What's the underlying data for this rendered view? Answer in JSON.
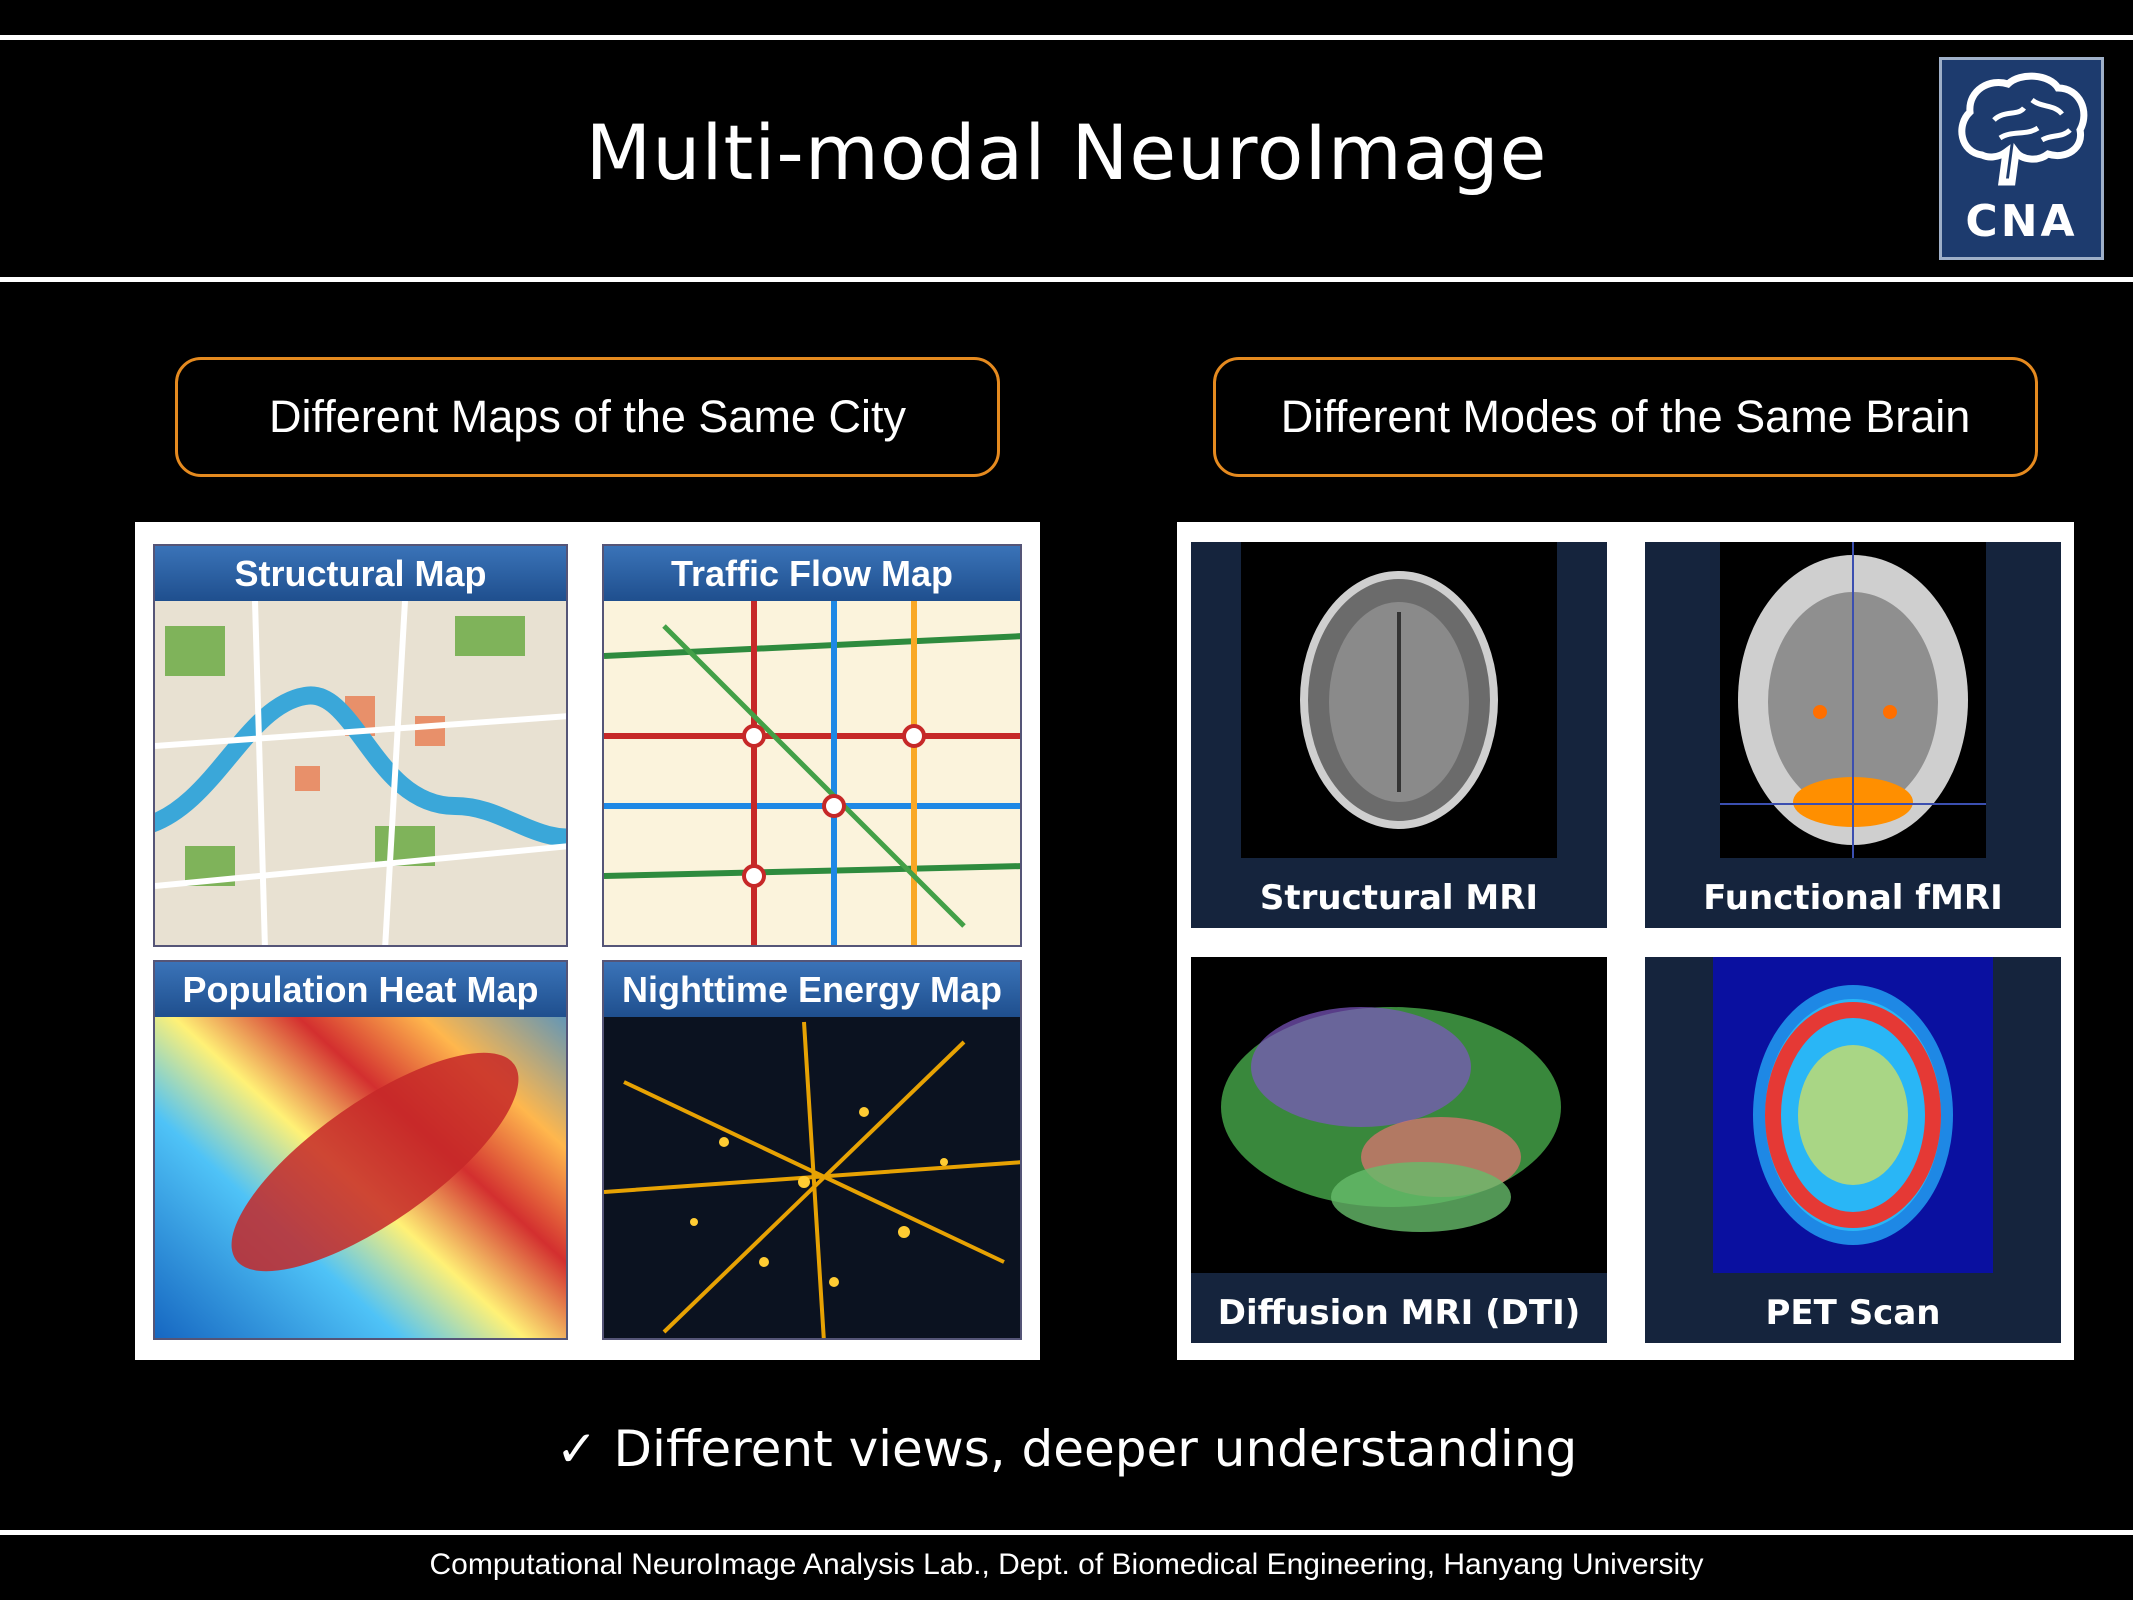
{
  "title": "Multi-modal NeuroImage",
  "logo": {
    "text": "CNA"
  },
  "left": {
    "heading": "Different Maps of the Same City",
    "tiles": [
      {
        "label": "Structural Map"
      },
      {
        "label": "Traffic Flow Map"
      },
      {
        "label": "Population Heat Map"
      },
      {
        "label": "Nighttime Energy Map"
      }
    ]
  },
  "right": {
    "heading": "Different Modes of the Same Brain",
    "tiles": [
      {
        "label": "Structural MRI"
      },
      {
        "label": "Functional fMRI"
      },
      {
        "label": "Diffusion MRI (DTI)"
      },
      {
        "label": "PET Scan"
      }
    ]
  },
  "tagline": "✓ Different views, deeper understanding",
  "footer": "Computational NeuroImage Analysis Lab., Dept. of Biomedical Engineering, Hanyang University",
  "colors": {
    "accent": "#e58a1f",
    "logo_bg": "#1d3b6e",
    "brain_tile_bg": "#15243d"
  }
}
